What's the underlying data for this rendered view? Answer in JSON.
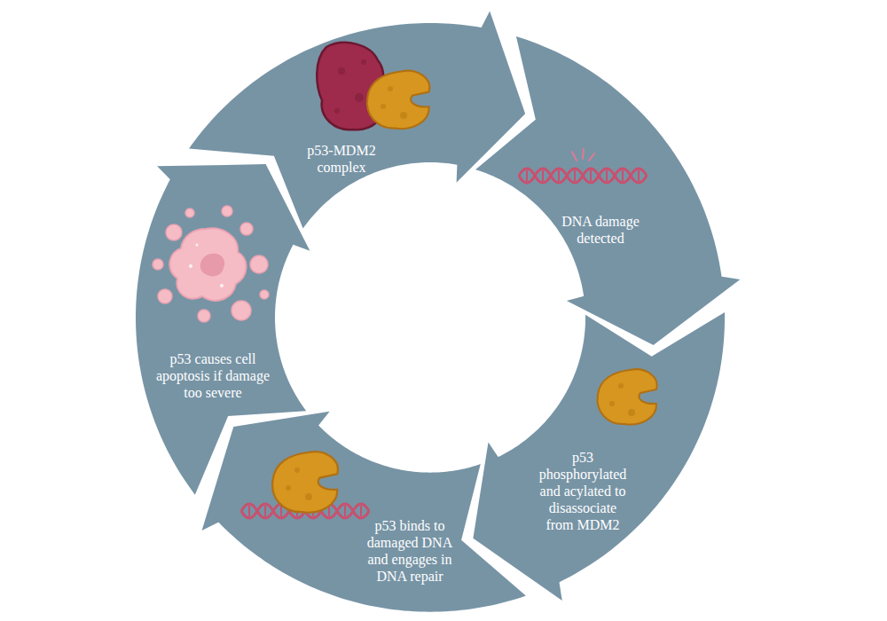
{
  "diagram": {
    "nodes": [
      {
        "text": [
          "p53-MDM2 complex"
        ]
      },
      {
        "text": [
          "DNA damage detected"
        ]
      },
      {
        "text": [
          "p53 phosphorylated and acylated to disassociate from MDM2"
        ]
      },
      {
        "text": [
          "p53 binds to damaged DNA and engages in DNA repair"
        ]
      },
      {
        "text": [
          "p53 causes cell apoptosis if damage too severe"
        ]
      }
    ],
    "edges": [
      {
        "from": 0,
        "to": 1,
        "arrow": "to"
      },
      {
        "from": 1,
        "to": 2,
        "arrow": "to"
      },
      {
        "from": 2,
        "to": 3,
        "arrow": "to"
      },
      {
        "from": 3,
        "to": 4,
        "arrow": "to"
      },
      {
        "from": 4,
        "to": 0,
        "arrow": "to"
      }
    ]
  }
}
